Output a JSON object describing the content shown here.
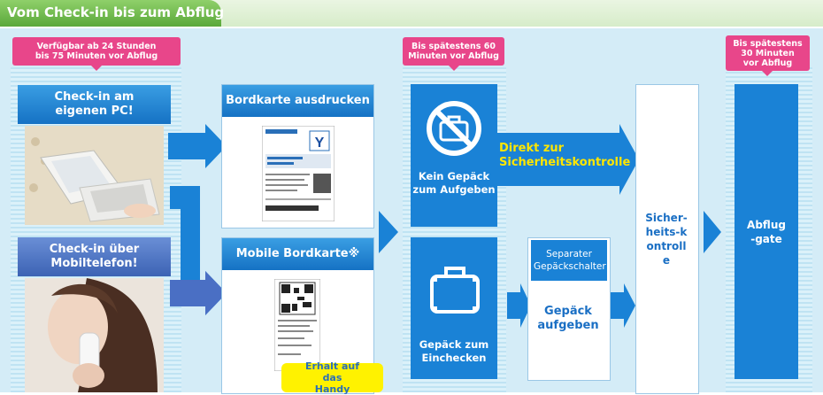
{
  "header": {
    "title": "Vom Check-in bis zum Abflug"
  },
  "timing": {
    "checkin": "Verfügbar ab 24 Stunden bis 75 Minuten vor Abflug",
    "baggage": "Bis spätestens 60 Minuten vor Abflug",
    "gate": "Bis spätestens 30 Minuten vor Abflug"
  },
  "checkin_pc": {
    "title": "Check-in am eigenen PC!"
  },
  "checkin_mobile": {
    "title": "Check-in über Mobiltelefon!"
  },
  "print_boarding": {
    "title": "Bordkarte ausdrucken"
  },
  "mobile_boarding": {
    "title": "Mobile Bordkarte※",
    "note": "Erhalt auf das Handy"
  },
  "no_baggage": {
    "label": "Kein Gepäck zum Aufgeben",
    "direct": "Direkt zur Sicherheitskontrolle"
  },
  "with_baggage": {
    "label": "Gepäck zum Einchecken"
  },
  "separate_counter": {
    "title": "Separater Gepäckschalter",
    "label": "Gepäck aufgeben"
  },
  "security": {
    "label": "Sicher-heits-kontrolle"
  },
  "gate": {
    "label": "Abflug-gate"
  },
  "colors": {
    "accent_blue": "#1a82d6",
    "pink_badge": "#e8468a",
    "yellow_text": "#ffe600",
    "header_green": "#5aa83a"
  }
}
